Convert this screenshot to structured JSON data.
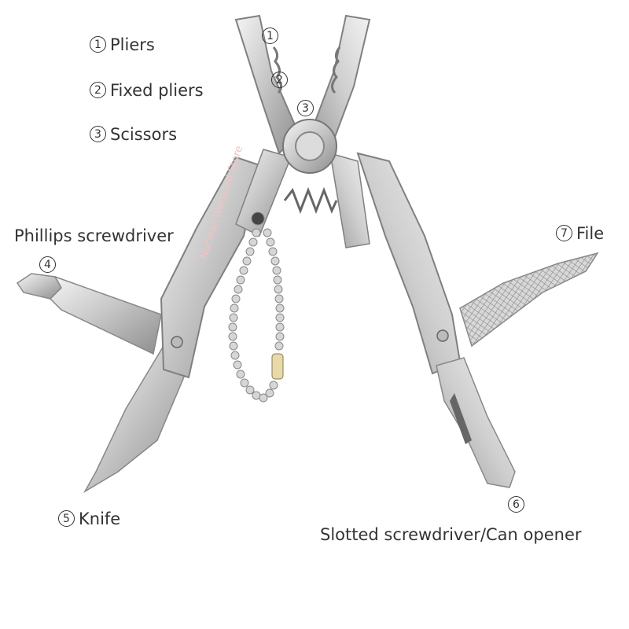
{
  "labels": {
    "pliers": {
      "num": "1",
      "text": "Pliers"
    },
    "fixed_pliers": {
      "num": "2",
      "text": "Fixed pliers"
    },
    "scissors": {
      "num": "3",
      "text": "Scissors"
    },
    "phillips": {
      "num": "4",
      "text": "Phillips screwdriver"
    },
    "knife": {
      "num": "5",
      "text": "Knife"
    },
    "slotted": {
      "num": "6",
      "text": "Slotted screwdriver/Can opener"
    },
    "file": {
      "num": "7",
      "text": "File"
    }
  },
  "watermark": "Nuclear Warhead Store"
}
